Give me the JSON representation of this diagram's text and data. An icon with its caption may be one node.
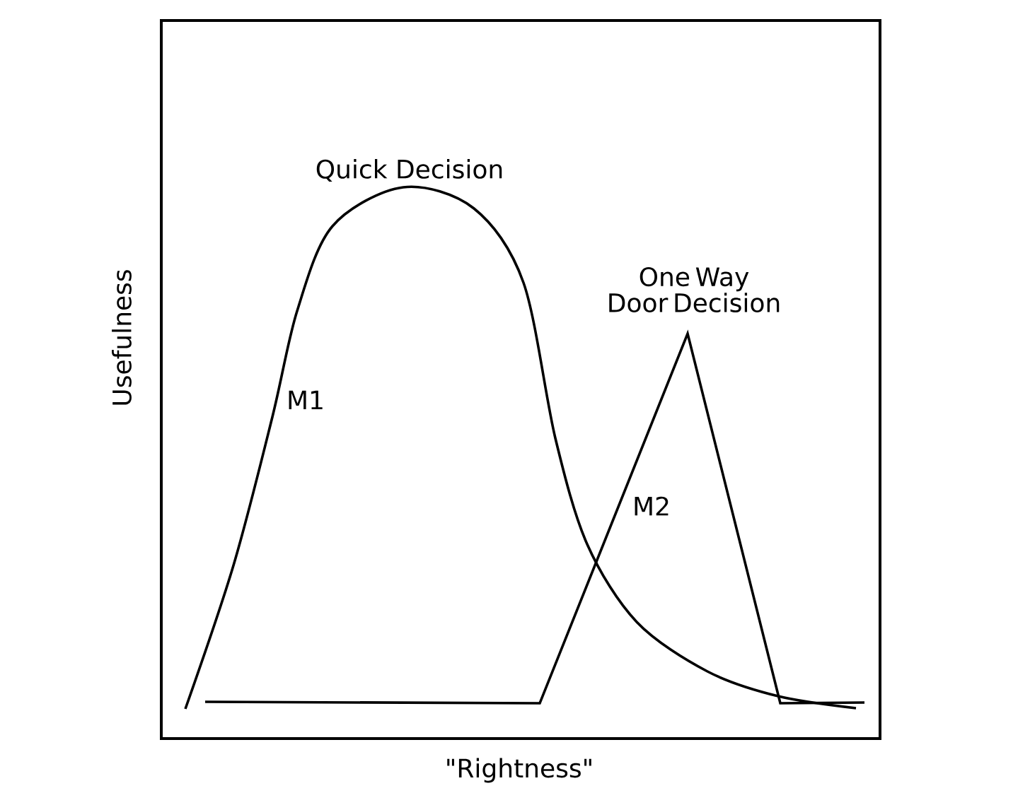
{
  "diagram": {
    "labels": [
      "Quick Decision",
      "One Way Door Decision",
      "M1",
      "M2",
      "Usefulness",
      "\"Rightness\""
    ]
  }
}
